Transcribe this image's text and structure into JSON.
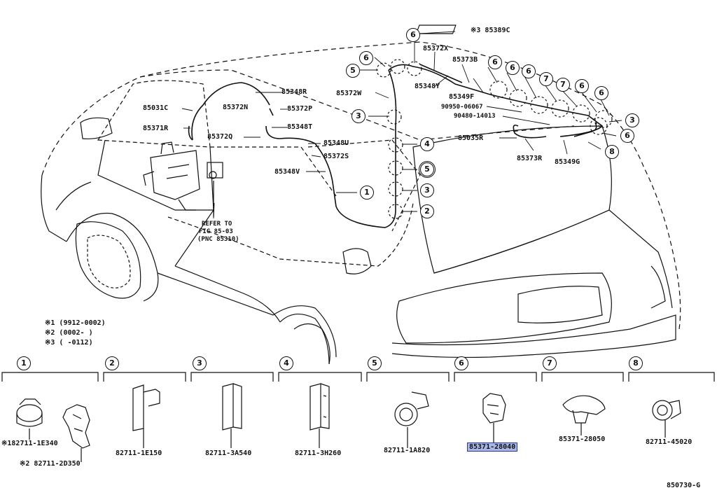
{
  "diagram_code": "850730-G",
  "callouts": {
    "c_85389C": "※3 85389C",
    "c_85372X": "85372X",
    "c_85373B": "85373B",
    "c_85348R": "85348R",
    "c_85348Y": "85348Y",
    "c_85349F": "85349F",
    "c_85031C": "85031C",
    "c_85372N": "85372N",
    "c_85372P": "85372P",
    "c_85372W": "85372W",
    "c_90950": "90950-06067",
    "c_90480": "90480-14013",
    "c_85371R": "85371R",
    "c_85348T": "85348T",
    "c_85372Q": "85372Q",
    "c_85348U": "85348U",
    "c_85035R": "85035R",
    "c_85372S": "85372S",
    "c_85373R": "85373R",
    "c_85349G": "85349G",
    "c_85348V": "85348V",
    "refer_1": "REFER TO",
    "refer_2": "FIG 85-03",
    "refer_3": "(PNC 85310)"
  },
  "notes": [
    "※1 (9912-0002)",
    "※2 (0002-     )",
    "※3 (      -0112)"
  ],
  "clip_sections": [
    {
      "num": "1",
      "parts": [
        "※182711-1E340",
        "※2 82711-2D350"
      ]
    },
    {
      "num": "2",
      "parts": [
        "82711-1E150"
      ]
    },
    {
      "num": "3",
      "parts": [
        "82711-3A540"
      ]
    },
    {
      "num": "4",
      "parts": [
        "82711-3H260"
      ]
    },
    {
      "num": "5",
      "parts": [
        "82711-1A820"
      ]
    },
    {
      "num": "6",
      "parts": [
        "85371-28040"
      ]
    },
    {
      "num": "7",
      "parts": [
        "85371-28050"
      ]
    },
    {
      "num": "8",
      "parts": [
        "82711-45020"
      ]
    }
  ],
  "highlighted_part": "85371-28040",
  "circle_markers": {
    "m1": "6",
    "m2": "6",
    "m3": "5",
    "m4": "6",
    "m5": "6",
    "m6": "6",
    "m7": "7",
    "m8": "7",
    "m9": "6",
    "m10": "6",
    "m11": "3",
    "m12": "3",
    "m13": "6",
    "m14": "4",
    "m15": "5",
    "m16": "3",
    "m17": "2",
    "m18": "1",
    "m19": "8"
  },
  "colors": {
    "line": "#111111",
    "highlight": "#a9b7e8",
    "highlight_border": "#2b3c8f"
  }
}
